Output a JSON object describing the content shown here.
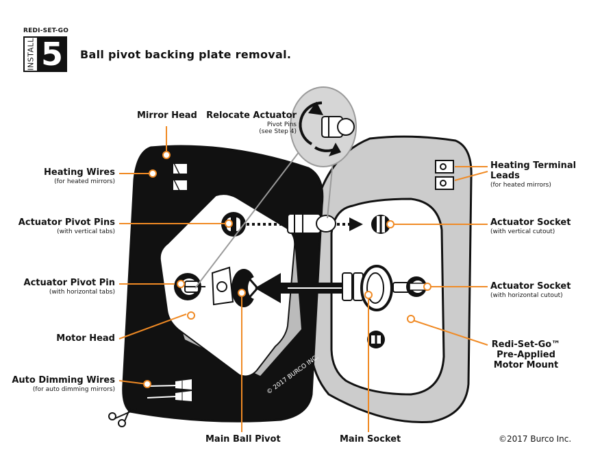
{
  "header": {
    "series": "REDI-SET-GO",
    "install_word": "INSTALL",
    "step_number": "5",
    "title": "Ball pivot backing plate removal."
  },
  "labels": {
    "mirror_head": "Mirror Head",
    "relocate_actuator": "Relocate Actuator",
    "relocate_sub1": "Pivot Pins",
    "relocate_sub2": "(see Step 4)",
    "heating_wires": "Heating Wires",
    "heating_wires_sub": "(for heated mirrors)",
    "actuator_pivot_pins": "Actuator Pivot Pins",
    "actuator_pivot_pins_sub": "(with vertical tabs)",
    "actuator_pivot_pin": "Actuator Pivot Pin",
    "actuator_pivot_pin_sub": "(with horizontal tabs)",
    "motor_head": "Motor Head",
    "auto_dimming_wires": "Auto Dimming Wires",
    "auto_dimming_wires_sub": "(for auto dimming mirrors)",
    "main_ball_pivot": "Main Ball Pivot",
    "main_socket": "Main Socket",
    "heating_terminal_1": "Heating Terminal",
    "heating_terminal_2": "Leads",
    "heating_terminal_sub": "(for heated mirrors)",
    "actuator_socket_v": "Actuator Socket",
    "actuator_socket_v_sub": "(with vertical cutout)",
    "actuator_socket_h": "Actuator Socket",
    "actuator_socket_h_sub": "(with horizontal cutout)",
    "redi_1": "Redi-Set-Go™",
    "redi_2": "Pre-Applied",
    "redi_3": "Motor Mount",
    "diagram_imprint": "© 2017 BURCO INC.",
    "copyright": "©2017 Burco Inc."
  },
  "colors": {
    "callout": "#f08a24",
    "mount_gray": "#cccccc",
    "mirror_black": "#111111",
    "bubble_gray": "#d6d6d6"
  },
  "icons": [
    "scissors-icon",
    "rotate-arrows-icon",
    "arrow-left-icon"
  ]
}
